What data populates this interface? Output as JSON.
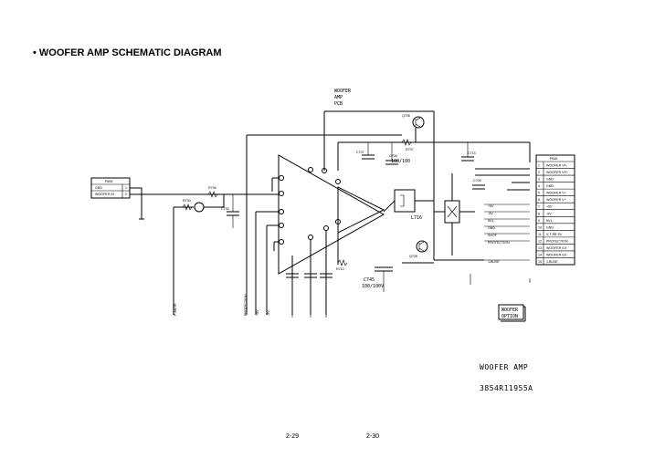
{
  "page_title": "• WOOFER AMP SCHEMATIC DIAGRAM",
  "board_label": [
    "WOOFER",
    "AMP",
    "PCB"
  ],
  "option_box": [
    "WOOFER",
    "OPTION"
  ],
  "footer": {
    "title": "WOOFER AMP",
    "part_number": "3854R11955A"
  },
  "page_numbers": [
    "2-29",
    "2-30"
  ],
  "left_connector": {
    "header": "P605",
    "rows": [
      {
        "name": "GND",
        "pin": "1"
      },
      {
        "name": "WOOFER IN",
        "pin": "2"
      }
    ]
  },
  "right_connector": {
    "header": "P605",
    "rows": [
      {
        "pin": "1",
        "name": "WOOFER VF-"
      },
      {
        "pin": "2",
        "name": "WOOFER VF+"
      },
      {
        "pin": "3",
        "name": "GND"
      },
      {
        "pin": "4",
        "name": "GND"
      },
      {
        "pin": "5",
        "name": "WOOFER V+"
      },
      {
        "pin": "6",
        "name": "WOOFER V+"
      },
      {
        "pin": "7",
        "name": "+5V"
      },
      {
        "pin": "8",
        "name": "-5V"
      },
      {
        "pin": "9",
        "name": "5V-L"
      },
      {
        "pin": "10",
        "name": "GND"
      },
      {
        "pin": "11",
        "name": "V-T-RB 5V"
      },
      {
        "pin": "12",
        "name": "PROTECTION"
      },
      {
        "pin": "13",
        "name": "WOOFER GX"
      },
      {
        "pin": "14",
        "name": "WOOFER GX"
      },
      {
        "pin": "15",
        "name": "J-BUSE"
      }
    ]
  },
  "net_labels": [
    "+5V",
    "-5V",
    "5V-L",
    "GND",
    "SHOT",
    "PROTECTION",
    "J-BUSE"
  ],
  "components": {
    "q706": "Q706",
    "c707": "C707",
    "c708": "C708",
    "r707": "R707",
    "c713": "C713",
    "l716": "L716",
    "c709": "C709",
    "r710": "R710",
    "r706": "R706",
    "r730": "R730",
    "c730": "C730",
    "q708": "Q708",
    "c745": "C745",
    "c745_val": "100/100V",
    "c732": "C732",
    "c732_val": "100/100"
  },
  "vertical_labels": [
    "P-MUTE",
    "PROTECTION",
    "+5V",
    "-5V"
  ]
}
